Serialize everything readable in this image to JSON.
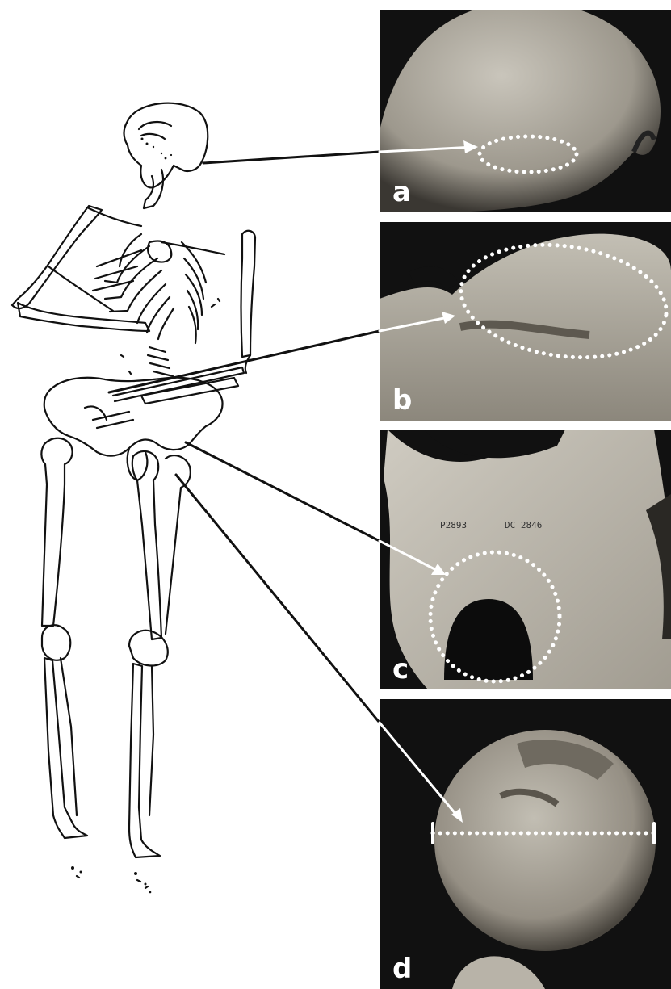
{
  "panels": {
    "a": {
      "label": "a",
      "highlight": "dotted-ellipse"
    },
    "b": {
      "label": "b",
      "highlight": "dotted-ellipse"
    },
    "c": {
      "label": "c",
      "highlight": "dotted-circle"
    },
    "d": {
      "label": "d",
      "highlight": "dotted-measurement-line"
    }
  },
  "specimen_numbers": {
    "left": "P2893",
    "right": "DC 2846"
  },
  "colors": {
    "background": "#ffffff",
    "photo_background": "#111111",
    "bone": "#b9b4a8",
    "line_art": "#111111",
    "marker": "#ffffff"
  }
}
